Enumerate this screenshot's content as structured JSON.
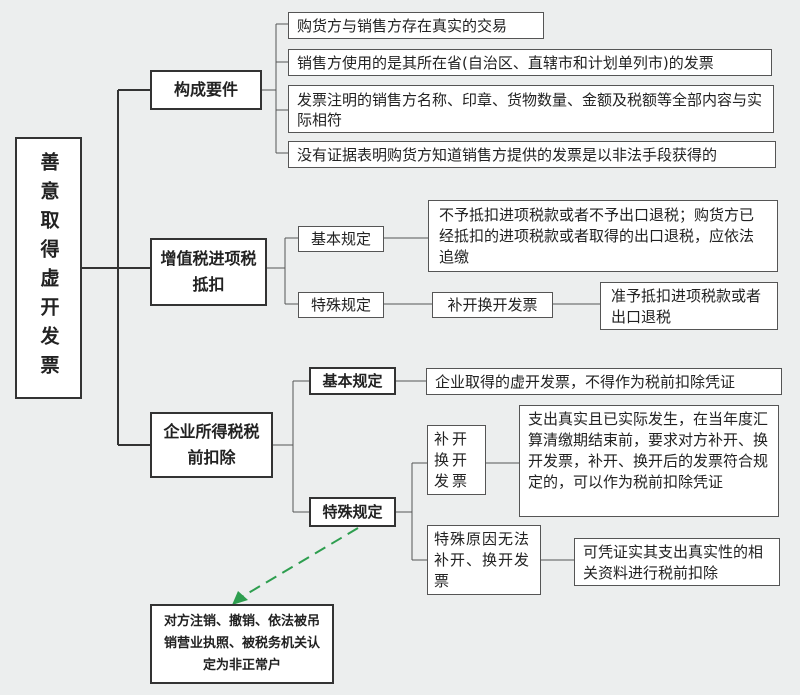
{
  "root": {
    "title": "善意取得虚开发票"
  },
  "constitution": {
    "label": "构成要件",
    "items": [
      "购货方与销售方存在真实的交易",
      "销售方使用的是其所在省(自治区、直辖市和计划单列市)的发票",
      "发票注明的销售方名称、印章、货物数量、金额及税额等全部内容与实际相符",
      "没有证据表明购货方知道销售方提供的发票是以非法手段获得的"
    ]
  },
  "vat": {
    "label": "增值税进项税抵扣",
    "basic": {
      "label": "基本规定",
      "content": "不予抵扣进项税款或者不予出口退税；购货方已经抵扣的进项税款或者取得的出口退税，应依法追缴"
    },
    "special": {
      "label": "特殊规定",
      "sub": "补开换开发票",
      "content": "准予抵扣进项税款或者出口退税"
    }
  },
  "cit": {
    "label": "企业所得税税前扣除",
    "basic": {
      "label": "基本规定",
      "content": "企业取得的虚开发票，不得作为税前扣除凭证"
    },
    "special": {
      "label": "特殊规定",
      "reissue": {
        "label": "补开换开发票",
        "content": "支出真实且已实际发生，在当年度汇算清缴期结束前，要求对方补开、换开发票，补开、换开后的发票符合规定的，可以作为税前扣除凭证"
      },
      "unable": {
        "label": "特殊原因无法补开、换开发票",
        "content": "可凭证实其支出真实性的相关资料进行税前扣除"
      }
    }
  },
  "note": {
    "text": "对方注销、撤销、依法被吊销营业执照、被税务机关认定为非正常户"
  },
  "colors": {
    "connector": "#333333",
    "arrow": "#2e9e4f"
  }
}
